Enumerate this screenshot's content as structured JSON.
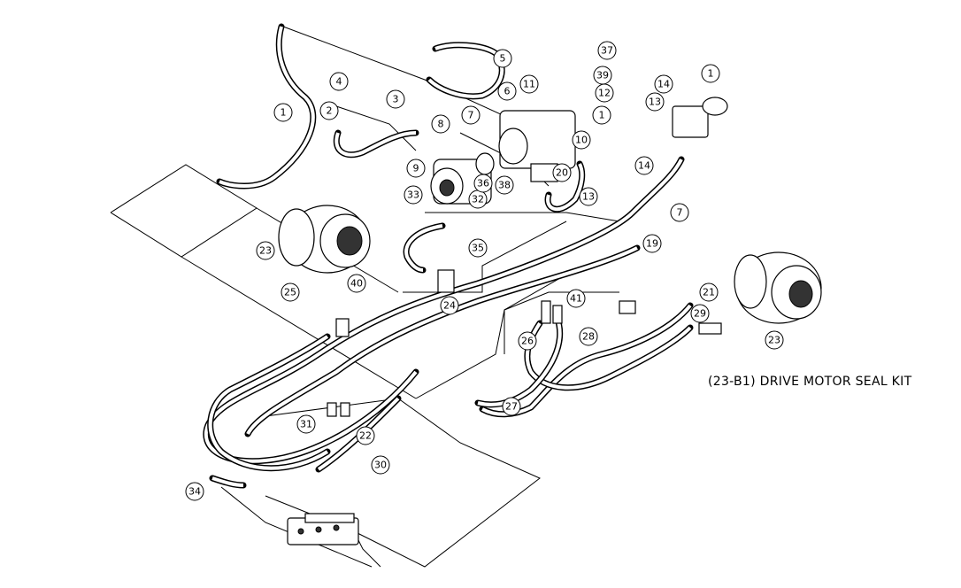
{
  "caption": "(23-B1) DRIVE MOTOR SEAL KIT",
  "callouts": [
    {
      "id": "c1a",
      "label": "1"
    },
    {
      "id": "c1b",
      "label": "1"
    },
    {
      "id": "c1c",
      "label": "1"
    },
    {
      "id": "c2",
      "label": "2"
    },
    {
      "id": "c3",
      "label": "3"
    },
    {
      "id": "c4",
      "label": "4"
    },
    {
      "id": "c5",
      "label": "5"
    },
    {
      "id": "c6",
      "label": "6"
    },
    {
      "id": "c7a",
      "label": "7"
    },
    {
      "id": "c7b",
      "label": "7"
    },
    {
      "id": "c8",
      "label": "8"
    },
    {
      "id": "c9",
      "label": "9"
    },
    {
      "id": "c10",
      "label": "10"
    },
    {
      "id": "c11",
      "label": "11"
    },
    {
      "id": "c12",
      "label": "12"
    },
    {
      "id": "c13a",
      "label": "13"
    },
    {
      "id": "c13b",
      "label": "13"
    },
    {
      "id": "c14a",
      "label": "14"
    },
    {
      "id": "c14b",
      "label": "14"
    },
    {
      "id": "c19",
      "label": "19"
    },
    {
      "id": "c20",
      "label": "20"
    },
    {
      "id": "c21",
      "label": "21"
    },
    {
      "id": "c22",
      "label": "22"
    },
    {
      "id": "c23a",
      "label": "23"
    },
    {
      "id": "c23b",
      "label": "23"
    },
    {
      "id": "c24",
      "label": "24"
    },
    {
      "id": "c25",
      "label": "25"
    },
    {
      "id": "c26",
      "label": "26"
    },
    {
      "id": "c27",
      "label": "27"
    },
    {
      "id": "c28",
      "label": "28"
    },
    {
      "id": "c29",
      "label": "29"
    },
    {
      "id": "c30",
      "label": "30"
    },
    {
      "id": "c31",
      "label": "31"
    },
    {
      "id": "c32",
      "label": "32"
    },
    {
      "id": "c33",
      "label": "33"
    },
    {
      "id": "c34",
      "label": "34"
    },
    {
      "id": "c35",
      "label": "35"
    },
    {
      "id": "c36",
      "label": "36"
    },
    {
      "id": "c37",
      "label": "37"
    },
    {
      "id": "c38",
      "label": "38"
    },
    {
      "id": "c39",
      "label": "39"
    },
    {
      "id": "c40",
      "label": "40"
    },
    {
      "id": "c41",
      "label": "41"
    }
  ]
}
